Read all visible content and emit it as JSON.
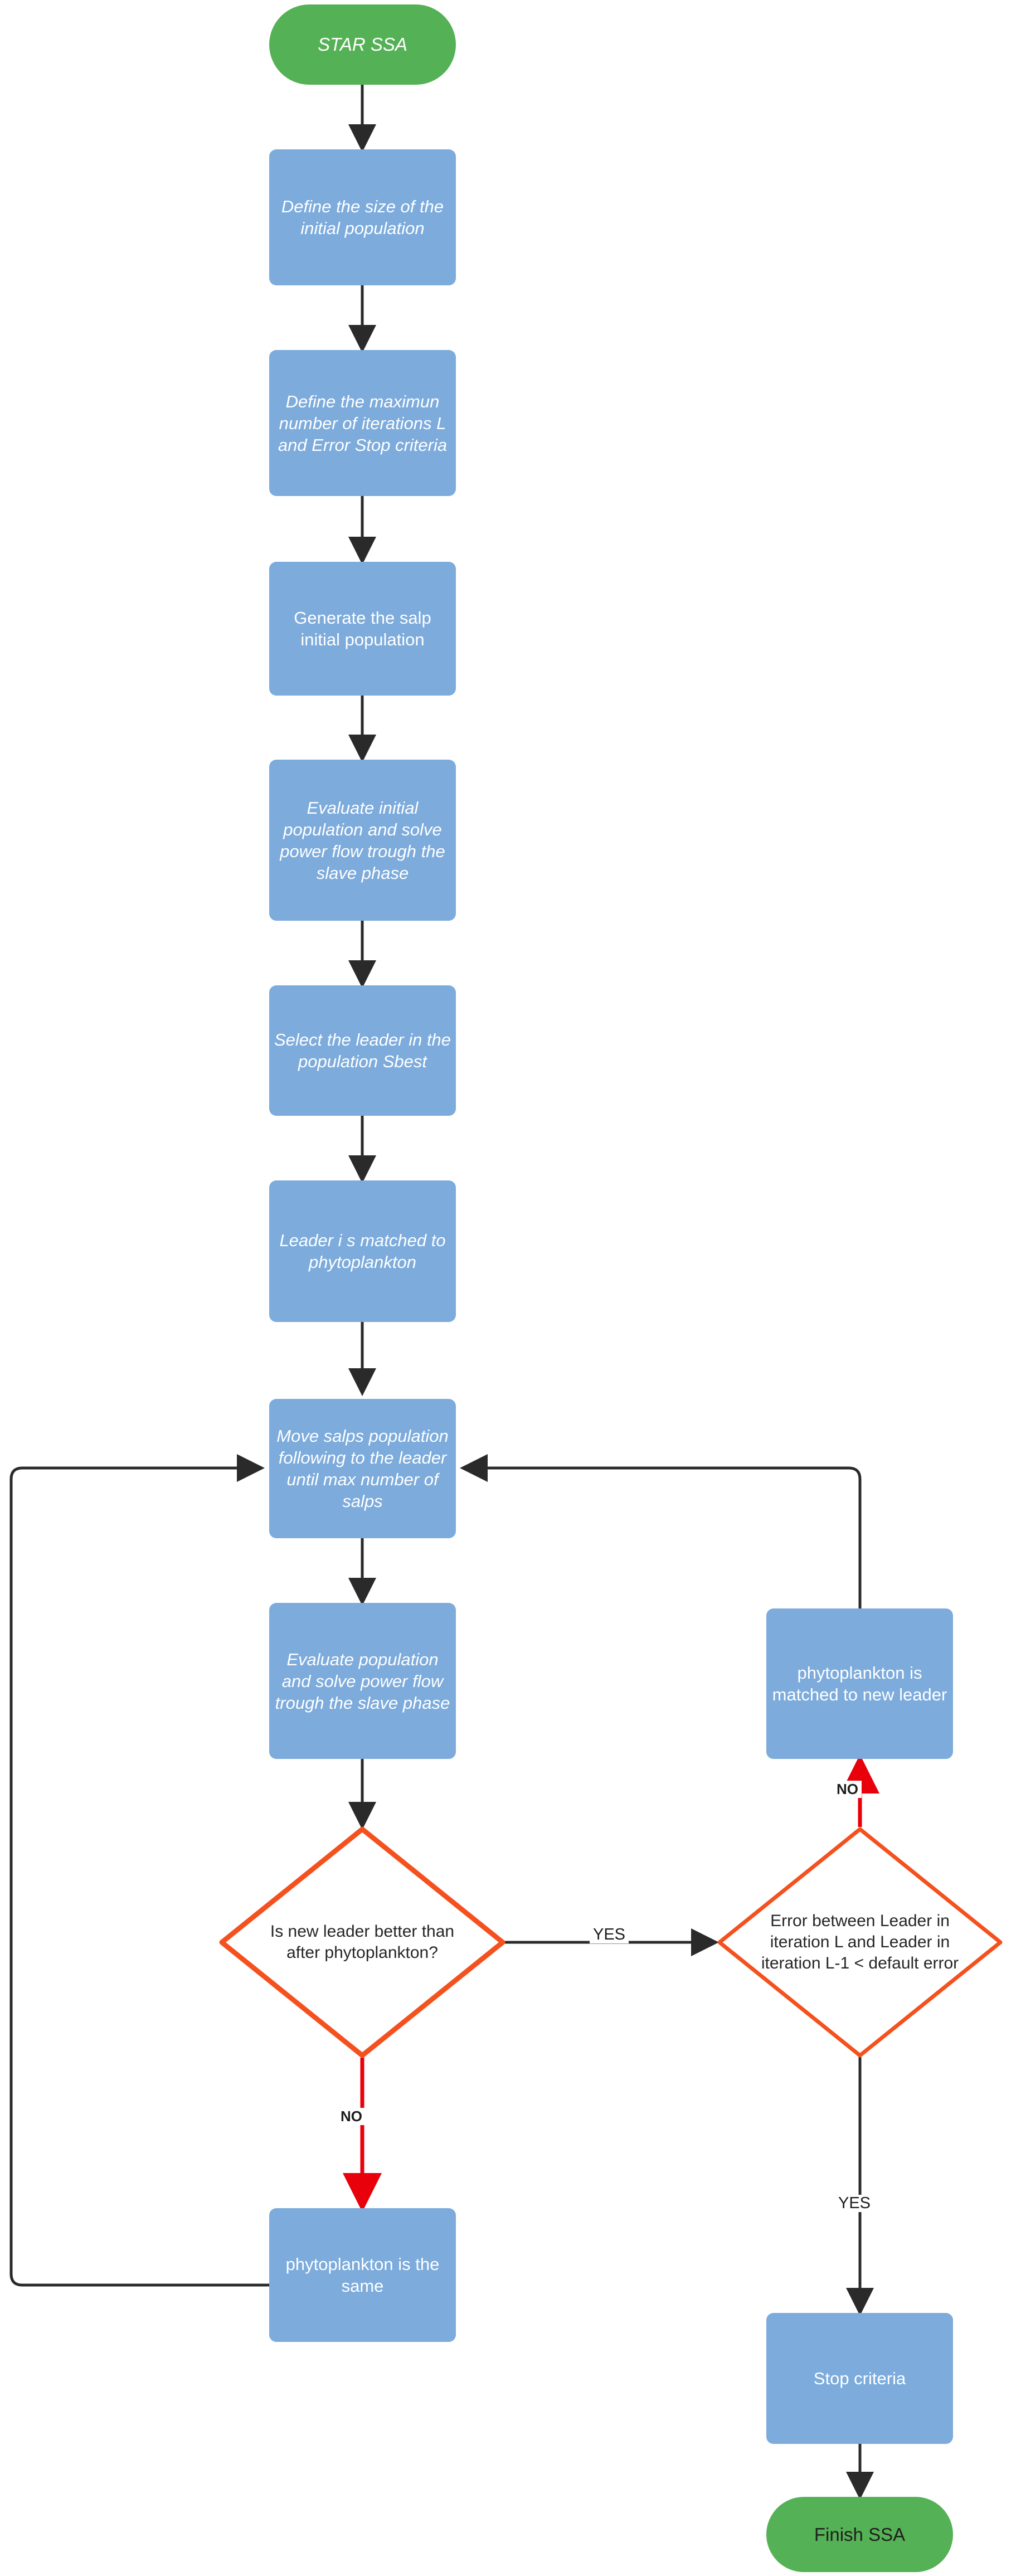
{
  "diagram": {
    "title": "STAR SSA algorithm flowchart",
    "colors": {
      "process_fill": "#7cabdc",
      "process_text": "#ffffff",
      "terminator_fill": "#55b155",
      "decision_stroke": "#f4511e",
      "decision_fill": "#ffffff",
      "decision_text": "#262626",
      "arrow_default": "#2a2a2a",
      "arrow_no": "#e8000b"
    }
  },
  "nodes": {
    "start": {
      "label": "STAR SSA",
      "shape": "terminator"
    },
    "define_size": {
      "label": "Define the size of the initial population",
      "shape": "process"
    },
    "define_max": {
      "label": "Define the maximun number of iterations L and Error Stop criteria",
      "shape": "process"
    },
    "generate_pop": {
      "label": "Generate the salp initial population",
      "shape": "process"
    },
    "evaluate_initial": {
      "label": "Evaluate initial population and solve  power flow trough  the slave phase",
      "shape": "process"
    },
    "select_leader": {
      "label": "Select the leader in the population Sbest",
      "shape": "process"
    },
    "leader_matched": {
      "label": "Leader i s matched to phytoplankton",
      "shape": "process"
    },
    "move_salps": {
      "label": "Move salps population following to the leader  until max number of salps",
      "shape": "process"
    },
    "evaluate_pop": {
      "label": "Evaluate population and solve  power flow trough  the slave phase",
      "shape": "process"
    },
    "decision_leader": {
      "label": "Is new leader better than\nafter phytoplankton?",
      "shape": "decision"
    },
    "decision_error": {
      "label": "Error between Leader in\niteration L  and Leader in\niteration L-1 < default error",
      "shape": "decision"
    },
    "phyto_new_leader": {
      "label": "phytoplankton is matched to new leader",
      "shape": "process"
    },
    "phyto_same": {
      "label": "phytoplankton is the same",
      "shape": "process"
    },
    "stop_criteria": {
      "label": "Stop criteria",
      "shape": "process"
    },
    "finish": {
      "label": "Finish SSA",
      "shape": "terminator"
    }
  },
  "edge_labels": {
    "yes_to_error": "YES",
    "no_to_new_leader": "NO",
    "no_to_same": "NO",
    "yes_to_stop": "YES"
  }
}
